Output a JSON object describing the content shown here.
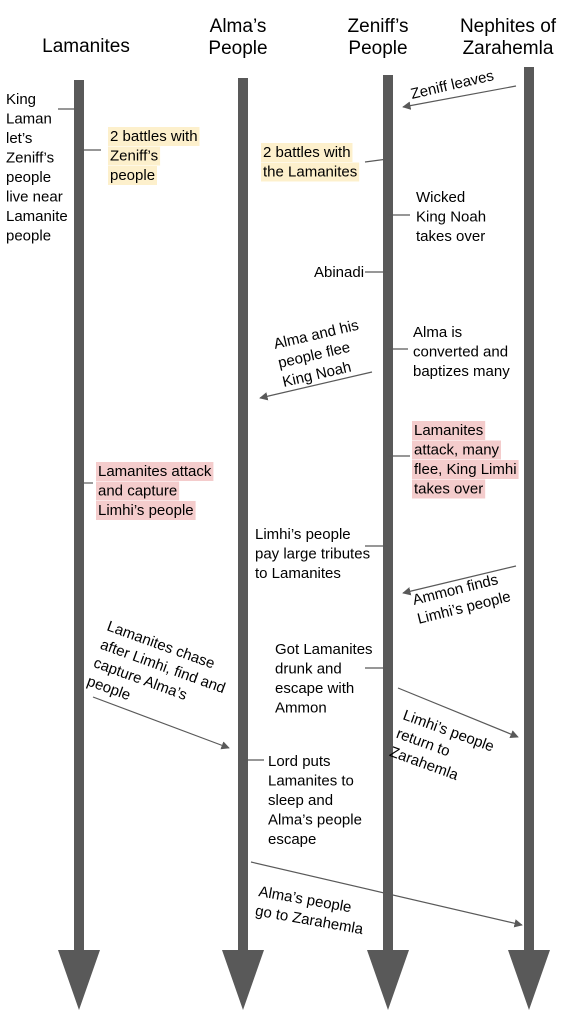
{
  "columns": [
    {
      "id": "lamanites",
      "lines": [
        "Lamanites"
      ]
    },
    {
      "id": "almas-people",
      "lines": [
        "Alma’s",
        "People"
      ]
    },
    {
      "id": "zeniffs-people",
      "lines": [
        "Zeniff’s",
        "People"
      ]
    },
    {
      "id": "nephites-of-zarahemla",
      "lines": [
        "Nephites of",
        "Zarahemla"
      ]
    }
  ],
  "colors": {
    "timeline": "#595959",
    "connector": "#595959",
    "highlight_yellow": "#fdf0cc",
    "highlight_pink": "#f4cccc"
  },
  "events": [
    {
      "id": "king-laman",
      "lines": [
        "King",
        "Laman",
        "let’s",
        "Zeniff’s",
        "people",
        "live near",
        "Lamanite",
        "people"
      ]
    },
    {
      "id": "two-battles-lamanite-side",
      "highlight": "yellow",
      "lines": [
        "2 battles with",
        "Zeniff’s",
        "people"
      ]
    },
    {
      "id": "zeniff-leaves",
      "lines": [
        "Zeniff leaves"
      ]
    },
    {
      "id": "two-battles-zeniff-side",
      "highlight": "yellow",
      "lines": [
        "2 battles with",
        "the Lamanites"
      ]
    },
    {
      "id": "wicked-king-noah",
      "lines": [
        "Wicked",
        "King Noah",
        "takes over"
      ]
    },
    {
      "id": "abinadi",
      "lines": [
        "Abinadi"
      ]
    },
    {
      "id": "alma-flees",
      "lines": [
        "Alma and his",
        "people flee",
        "King Noah"
      ]
    },
    {
      "id": "alma-converted",
      "lines": [
        "Alma is",
        "converted and",
        "baptizes many"
      ]
    },
    {
      "id": "lamanites-attack-limhi",
      "highlight": "pink",
      "lines": [
        "Lamanites",
        "attack, many",
        "flee, King Limhi",
        "takes over"
      ]
    },
    {
      "id": "lamanites-capture-limhi",
      "highlight": "pink",
      "lines": [
        "Lamanites attack",
        "and capture",
        "Limhi’s people"
      ]
    },
    {
      "id": "limhi-tributes",
      "lines": [
        "Limhi’s people",
        "pay large tributes",
        "to Lamanites"
      ]
    },
    {
      "id": "ammon-finds",
      "lines": [
        "Ammon finds",
        "Limhi’s people"
      ]
    },
    {
      "id": "lamanites-chase",
      "lines": [
        "Lamanites chase",
        "after Limhi, find and",
        "capture Alma’s",
        "people"
      ]
    },
    {
      "id": "got-lamanites-drunk",
      "lines": [
        "Got Lamanites",
        "drunk and",
        "escape with",
        "Ammon"
      ]
    },
    {
      "id": "limhi-return",
      "lines": [
        "Limhi’s people",
        "return to",
        "Zarahemla"
      ]
    },
    {
      "id": "lord-puts-to-sleep",
      "lines": [
        "Lord puts",
        "Lamanites to",
        "sleep and",
        "Alma’s people",
        "escape"
      ]
    },
    {
      "id": "alma-to-zarahemla",
      "lines": [
        "Alma’s people",
        "go to Zarahemla"
      ]
    }
  ]
}
